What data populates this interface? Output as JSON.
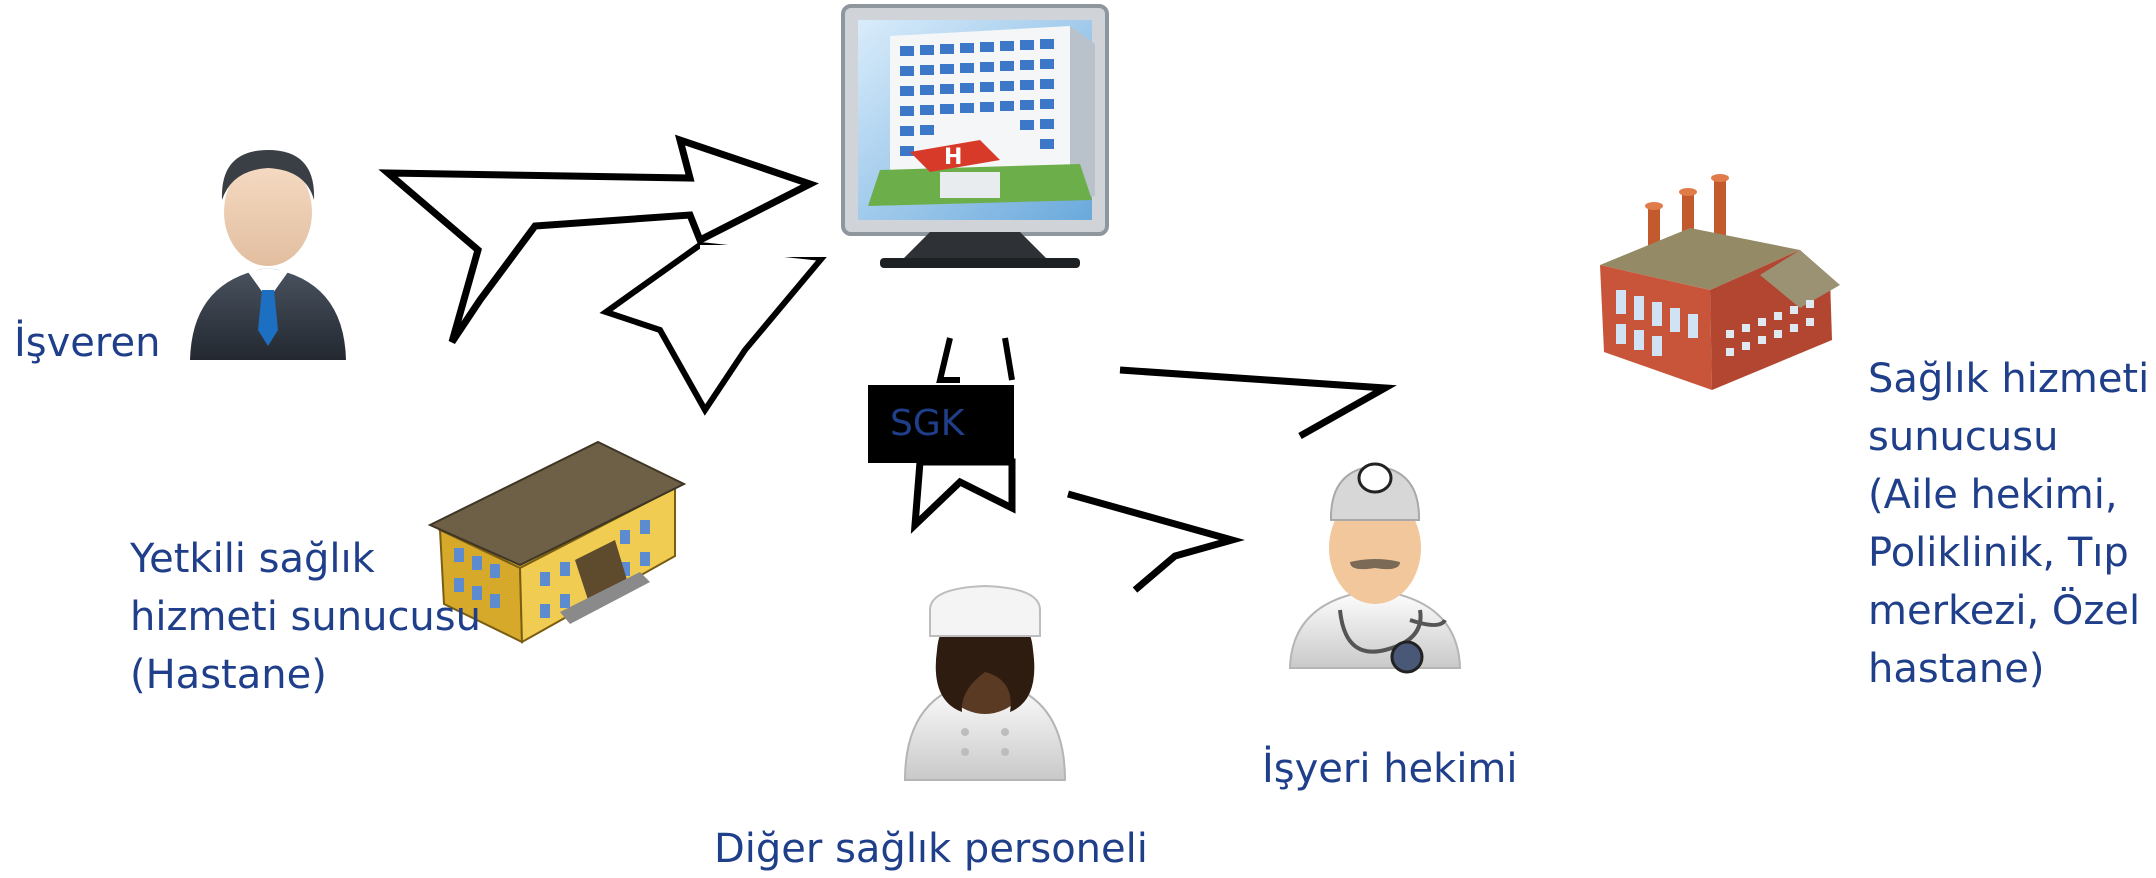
{
  "diagram": {
    "center_label": "SGK",
    "nodes": {
      "employer": "İşveren",
      "authorized_provider": [
        "Yetkili sağlık",
        "hizmeti sunucusu",
        "(Hastane)"
      ],
      "other_staff": "Diğer sağlık personeli",
      "workplace_doctor": "İşyeri hekimi",
      "health_provider": [
        "Sağlık hizmeti",
        "sunucusu",
        "(Aile hekimi,",
        "Poliklinik, Tıp",
        "merkezi, Özel",
        "hastane)"
      ]
    },
    "colors": {
      "text": "#1f3f8a",
      "arrow_fill": "#ffffff",
      "arrow_stroke": "#000000",
      "sgk_box": "#000000"
    },
    "icons": {
      "employer": "businessman-icon",
      "hospital": "hospital-monitor-icon",
      "school": "school-building-icon",
      "factory": "factory-icon",
      "nurse": "nurse-icon",
      "doctor": "doctor-icon"
    }
  }
}
